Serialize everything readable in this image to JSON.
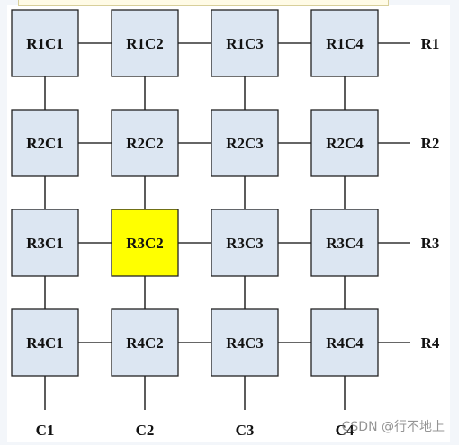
{
  "grid": {
    "rows": 4,
    "cols": 4,
    "cells": [
      [
        "R1C1",
        "R1C2",
        "R1C3",
        "R1C4"
      ],
      [
        "R2C1",
        "R2C2",
        "R2C3",
        "R2C4"
      ],
      [
        "R3C1",
        "R3C2",
        "R3C3",
        "R3C4"
      ],
      [
        "R4C1",
        "R4C2",
        "R4C3",
        "R4C4"
      ]
    ],
    "highlighted": "R3C2",
    "row_labels": [
      "R1",
      "R2",
      "R3",
      "R4"
    ],
    "col_labels": [
      "C1",
      "C2",
      "C3",
      "C4"
    ]
  },
  "colors": {
    "cell_fill": "#dce6f2",
    "highlight_fill": "#ffff00",
    "line": "#333333",
    "background": "#ffffff"
  },
  "watermark": "CSDN @行不地上"
}
